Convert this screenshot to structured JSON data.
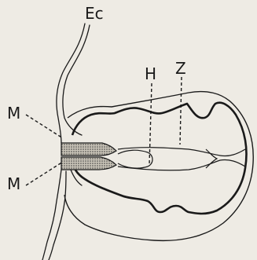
{
  "figure": {
    "labels": {
      "ec": "Ec",
      "h": "H",
      "z": "Z",
      "m_upper": "M",
      "m_lower": "M"
    },
    "colors": {
      "ink": "#1a1a1a",
      "paper": "#eeebe4",
      "stipple": "#3a3a3a"
    }
  }
}
